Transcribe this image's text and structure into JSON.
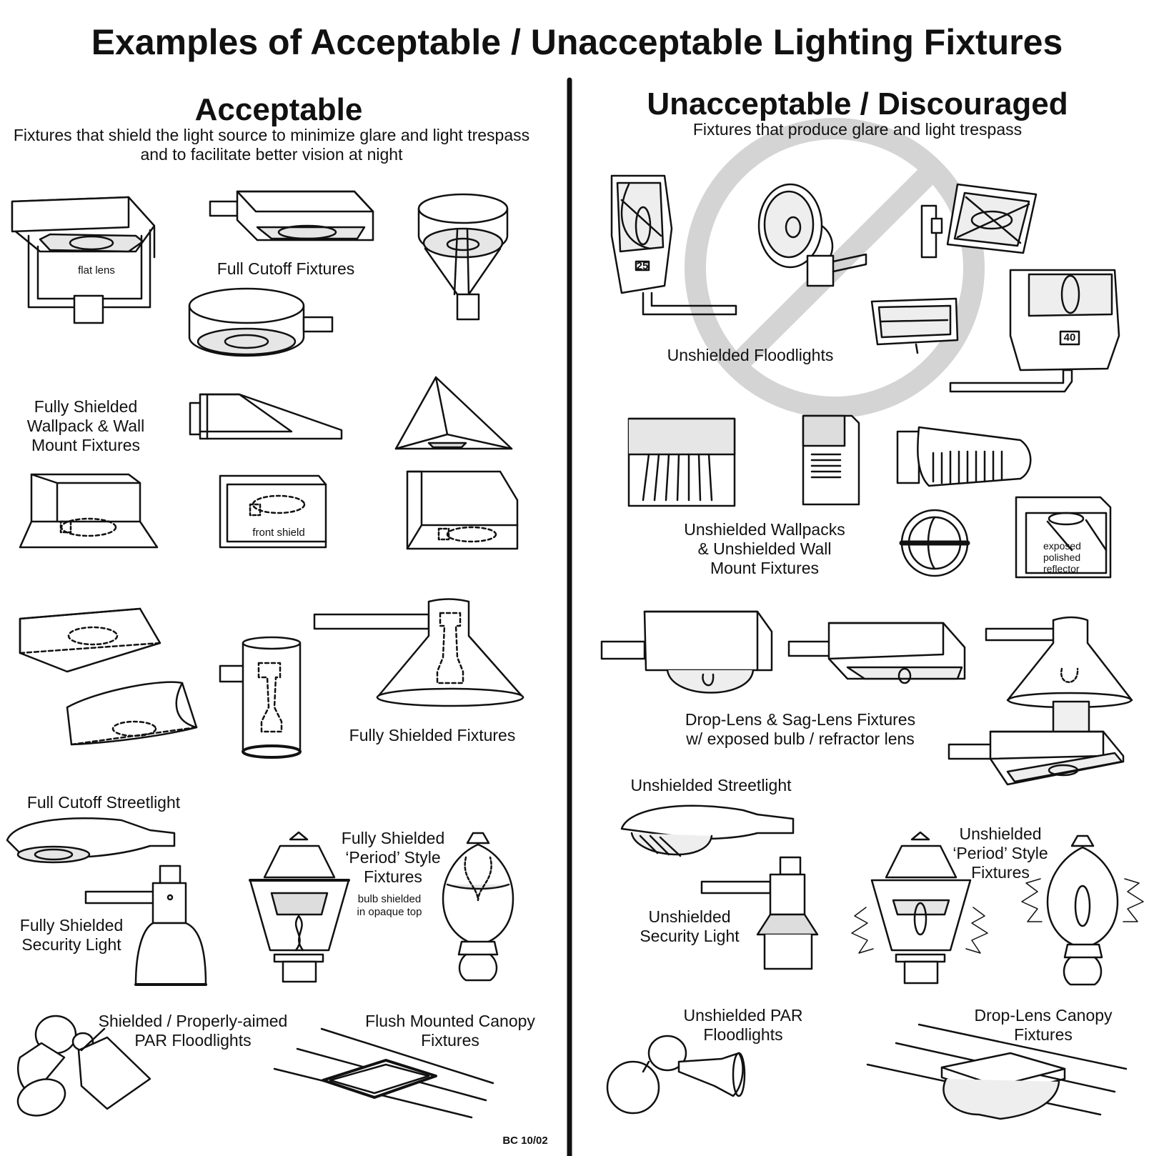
{
  "title": "Examples of Acceptable / Unacceptable Lighting Fixtures",
  "left": {
    "heading": "Acceptable",
    "subtitle": "Fixtures that shield the light source to minimize glare and light trespass\nand to facilitate better vision at night",
    "labels": {
      "flat_lens": "flat lens",
      "full_cutoff": "Full Cutoff Fixtures",
      "wallpack": "Fully Shielded\nWallpack & Wall\nMount Fixtures",
      "front_shield": "front shield",
      "fully_shielded": "Fully Shielded Fixtures",
      "streetlight": "Full Cutoff Streetlight",
      "security": "Fully Shielded\nSecurity Light",
      "period": "Fully Shielded\n‘Period’ Style\nFixtures",
      "bulb_note": "bulb shielded\nin opaque top",
      "par": "Shielded / Properly-aimed\nPAR Floodlights",
      "canopy": "Flush Mounted Canopy\nFixtures"
    }
  },
  "right": {
    "heading": "Unacceptable / Discouraged",
    "subtitle": "Fixtures that produce glare and light trespass",
    "labels": {
      "floodlights": "Unshielded Floodlights",
      "flood_25": "25",
      "flood_40": "40",
      "wallpacks": "Unshielded Wallpacks\n& Unshielded Wall\nMount Fixtures",
      "reflector": "exposed\npolished\nreflector",
      "droplens": "Drop-Lens & Sag-Lens Fixtures\nw/ exposed bulb / refractor lens",
      "streetlight": "Unshielded Streetlight",
      "security": "Unshielded\nSecurity Light",
      "period": "Unshielded\n‘Period’ Style\nFixtures",
      "par": "Unshielded PAR\nFloodlights",
      "canopy": "Drop-Lens Canopy\nFixtures"
    }
  },
  "footer_code": "BC 10/02"
}
